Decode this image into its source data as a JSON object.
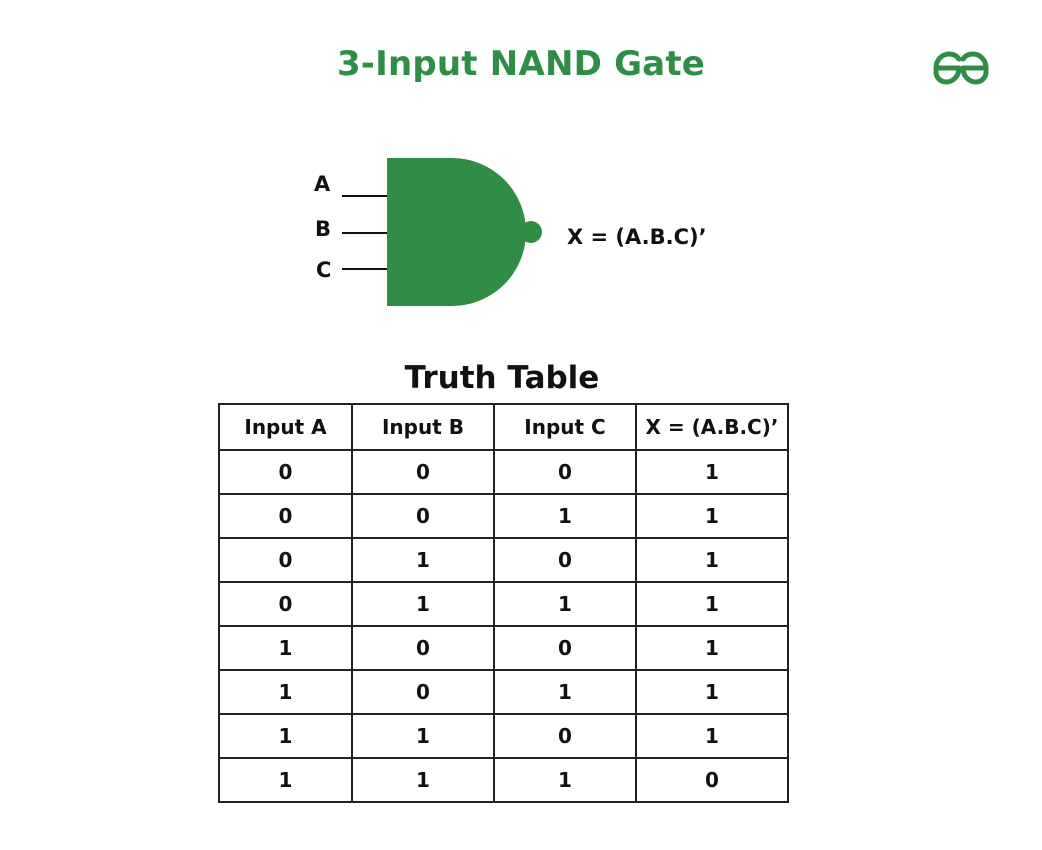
{
  "title": "3-Input NAND Gate",
  "logo": {
    "icon": "gfg-logo-icon",
    "color": "#2f8d46"
  },
  "gate": {
    "inputs": [
      "A",
      "B",
      "C"
    ],
    "output": "X = (A.B.C)’",
    "fill_color": "#2f8d46"
  },
  "truth_table": {
    "title": "Truth Table",
    "headers": [
      "Input A",
      "Input B",
      "Input C",
      "X = (A.B.C)’"
    ],
    "rows": [
      [
        "0",
        "0",
        "0",
        "1"
      ],
      [
        "0",
        "0",
        "1",
        "1"
      ],
      [
        "0",
        "1",
        "0",
        "1"
      ],
      [
        "0",
        "1",
        "1",
        "1"
      ],
      [
        "1",
        "0",
        "0",
        "1"
      ],
      [
        "1",
        "0",
        "1",
        "1"
      ],
      [
        "1",
        "1",
        "0",
        "1"
      ],
      [
        "1",
        "1",
        "1",
        "0"
      ]
    ]
  }
}
